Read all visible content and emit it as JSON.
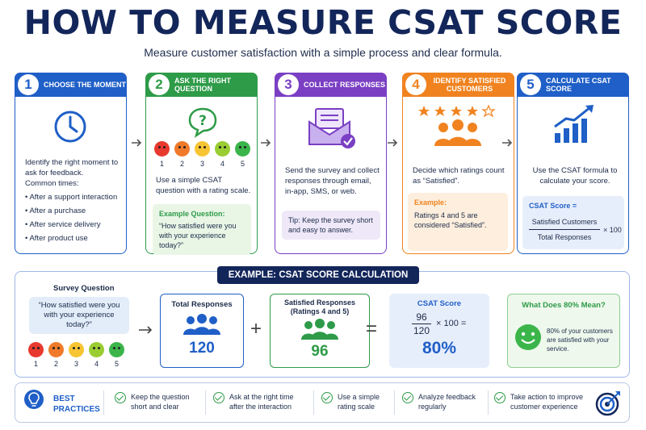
{
  "header": {
    "title": "HOW TO MEASURE CSAT SCORE",
    "subtitle": "Measure customer satisfaction with a simple process and clear formula."
  },
  "steps": [
    {
      "number": "1",
      "title": "CHOOSE THE MOMENT",
      "icon": "clock-icon",
      "intro": "Identify the right moment to ask for feedback.",
      "list_label": "Common times:",
      "items": [
        "After a support interaction",
        "After a purchase",
        "After service delivery",
        "After product use"
      ]
    },
    {
      "number": "2",
      "title": "ASK THE RIGHT QUESTION",
      "icon": "question-bubble-icon",
      "rating_numbers": [
        "1",
        "2",
        "3",
        "4",
        "5"
      ],
      "text": "Use a simple CSAT question with a rating scale.",
      "example_label": "Example Question:",
      "example_text": "“How satisfied were you with your experience today?”"
    },
    {
      "number": "3",
      "title": "COLLECT RESPONSES",
      "icon": "envelope-check-icon",
      "text": "Send the survey and collect responses through email, in-app, SMS, or web.",
      "tip": "Tip: Keep the survey short and easy to answer."
    },
    {
      "number": "4",
      "title": "IDENTIFY SATISFIED CUSTOMERS",
      "icon": "stars-people-icon",
      "text": "Decide which ratings count as “Satisfied”.",
      "example_label": "Example:",
      "example_text": "Ratings 4 and 5 are considered “Satisfied”."
    },
    {
      "number": "5",
      "title": "CALCULATE CSAT SCORE",
      "icon": "growth-chart-icon",
      "text": "Use the CSAT formula to calculate your score.",
      "formula_label": "CSAT Score =",
      "numerator": "Satisfied Customers",
      "denominator": "Total Responses",
      "multiplier": "× 100"
    }
  ],
  "example": {
    "heading": "EXAMPLE: CSAT SCORE CALCULATION",
    "survey_label": "Survey Question",
    "survey_text": "“How satisfied were you with your experience today?”",
    "rating_numbers": [
      "1",
      "2",
      "3",
      "4",
      "5"
    ],
    "total_label": "Total Responses",
    "total_value": "120",
    "plus": "+",
    "satisfied_label": "Satisfied Responses (Ratings 4 and 5)",
    "satisfied_value": "96",
    "equals": "=",
    "score_label": "CSAT Score",
    "score_numerator": "96",
    "score_denominator": "120",
    "score_multiplier": "× 100 =",
    "score_value": "80%",
    "meaning_label": "What Does 80% Mean?",
    "meaning_text": "80% of your customers are satisfied with your service."
  },
  "best_practices": {
    "label_1": "BEST",
    "label_2": "PRACTICES",
    "items": [
      "Keep the question short and clear",
      "Ask at the right time after the interaction",
      "Use a simple rating scale",
      "Analyze feedback regularly",
      "Take action to improve customer experience"
    ]
  },
  "colors": {
    "blue": "#1f5fc7",
    "green": "#2e9b48",
    "purple": "#7a3fc3",
    "orange": "#f08320",
    "navy": "#13265a",
    "face_colors": [
      "#e8392e",
      "#f07a2a",
      "#f7c533",
      "#9acd32",
      "#3bb54a"
    ]
  }
}
